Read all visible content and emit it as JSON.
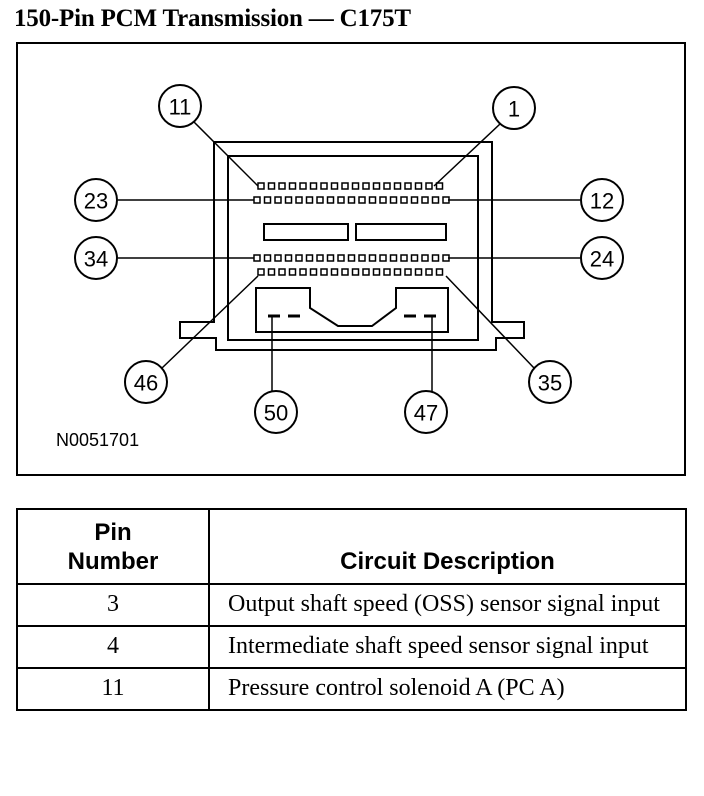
{
  "title": "150-Pin PCM Transmission — C175T",
  "diagram": {
    "reference": "N0051701",
    "callouts": [
      "11",
      "1",
      "23",
      "12",
      "34",
      "24",
      "46",
      "35",
      "50",
      "47"
    ]
  },
  "table": {
    "headers": [
      "Pin\nNumber",
      "Circuit Description"
    ],
    "rows": [
      {
        "pin": "3",
        "description": "Output shaft speed (OSS) sensor signal input"
      },
      {
        "pin": "4",
        "description": "Intermediate shaft speed sensor signal input"
      },
      {
        "pin": "11",
        "description": "Pressure control solenoid A (PC A)"
      }
    ]
  }
}
